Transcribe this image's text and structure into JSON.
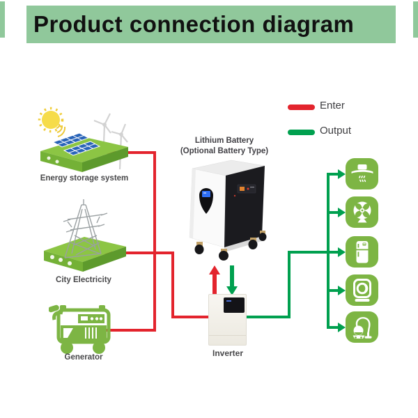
{
  "header": {
    "title": "Product connection diagram"
  },
  "legend": {
    "items": [
      {
        "label": "Enter",
        "color": "#e3242d"
      },
      {
        "label": "Output",
        "color": "#00a04f"
      }
    ]
  },
  "sources": {
    "energy_storage": {
      "label": "Energy storage system"
    },
    "city_electricity": {
      "label": "City Electricity"
    },
    "generator": {
      "label": "Generator"
    }
  },
  "battery": {
    "title": "Lithium Battery",
    "subtitle": "(Optional Battery Type)"
  },
  "inverter": {
    "label": "Inverter"
  },
  "appliances": {
    "items": [
      "range-hood",
      "fan",
      "refrigerator",
      "washing-machine",
      "vacuum-cleaner"
    ]
  },
  "colors": {
    "enter_line": "#e3242d",
    "output_line": "#00a04f",
    "appliance_green": "#7db544",
    "platform_top": "#8cc544",
    "platform_front": "#74b136",
    "platform_side": "#5d9a2c",
    "header_band": "#90c89b",
    "label_text": "#48484a",
    "title_text": "#111111",
    "sun_yellow": "#f6dc4a",
    "panel_blue": "#2a64b8",
    "turbine_gray": "#d2d2d2",
    "tower_gray": "#9aa0a2"
  }
}
